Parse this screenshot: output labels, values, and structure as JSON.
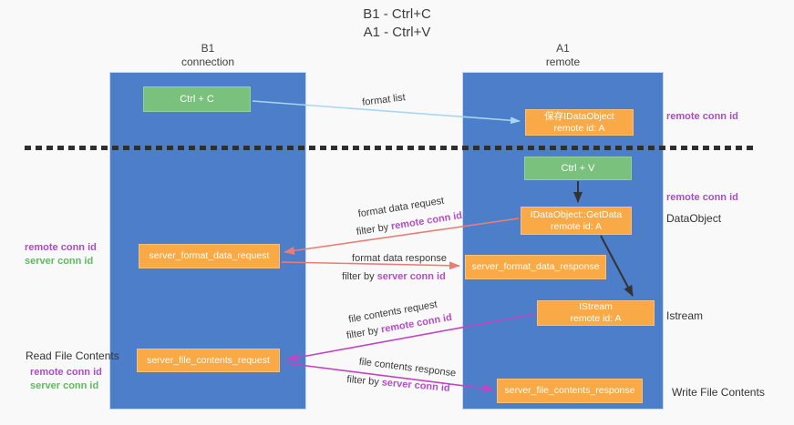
{
  "title": {
    "line1": "B1 - Ctrl+C",
    "line2": "A1 - Ctrl+V"
  },
  "columns": {
    "left": {
      "name": "B1",
      "subtitle": "connection"
    },
    "right": {
      "name": "A1",
      "subtitle": "remote"
    }
  },
  "boxes": {
    "ctrl_c": {
      "label": "Ctrl + C"
    },
    "save_idataobject": {
      "line1": "保存IDataObject",
      "line2": "remote id: A"
    },
    "ctrl_v": {
      "label": "Ctrl + V"
    },
    "getdata": {
      "line1": "IDataObject::GetData",
      "line2": "remote id: A"
    },
    "server_format_data_request": {
      "label": "server_format_data_request"
    },
    "server_format_data_response": {
      "label": "server_format_data_response"
    },
    "istream": {
      "line1": "IStream",
      "line2": "remote id: A"
    },
    "server_file_contents_request": {
      "label": "server_file_contents_request"
    },
    "server_file_contents_response": {
      "label": "server_file_contents_response"
    }
  },
  "arrow_labels": {
    "format_list": "format list",
    "format_data_request": "format data request",
    "format_data_response": "format data response",
    "file_contents_request": "file contents request",
    "file_contents_response": "file contents response",
    "filter_by": "filter by",
    "remote_conn_id": "remote conn id",
    "server_conn_id": "server conn id"
  },
  "side_labels": {
    "remote_conn_id": "remote conn id",
    "server_conn_id": "server conn id",
    "dataobject": "DataObject",
    "istream": "Istream",
    "read_file_contents": "Read File Contents",
    "write_file_contents": "Write File Contents"
  },
  "colors": {
    "column_blue": "#4d7ec9",
    "box_orange": "#f9a945",
    "box_green": "#79c17c",
    "arrow_lightblue": "#a8d6f2",
    "arrow_red": "#e87e76",
    "arrow_magenta": "#c343c3",
    "arrow_black": "#333333",
    "label_purple": "#a94ec0",
    "label_green": "#5fb95f",
    "dashed_line": "#2f2f2f"
  }
}
